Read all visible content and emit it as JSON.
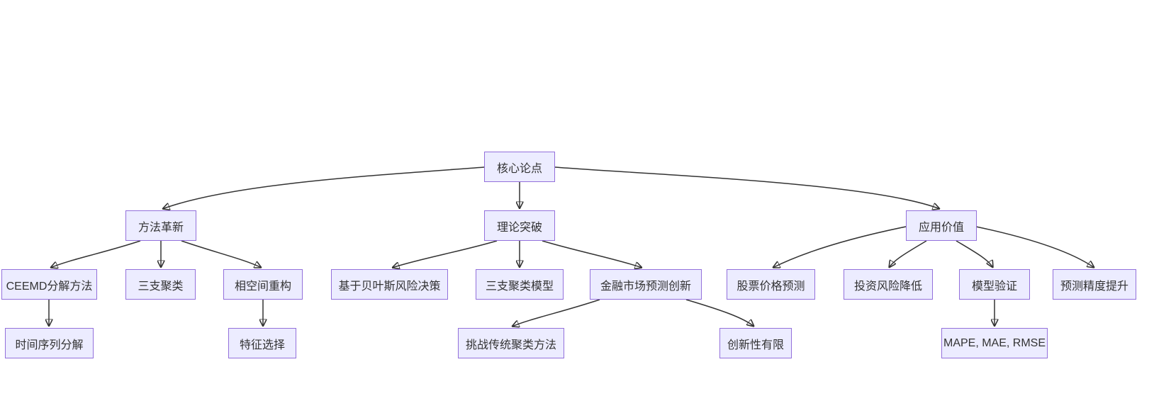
{
  "diagram": {
    "type": "flowchart-tree",
    "background_color": "#ffffff",
    "node_fill_color": "#ECECFF",
    "node_border_color": "#9370DB",
    "edge_color": "#333333",
    "text_color": "#333333",
    "nodes": {
      "core": {
        "label": "核心论点"
      },
      "method": {
        "label": "方法革新"
      },
      "theory": {
        "label": "理论突破"
      },
      "application": {
        "label": "应用价值"
      },
      "ceemd": {
        "label": "CEEMD分解方法"
      },
      "threeway": {
        "label": "三支聚类"
      },
      "phase": {
        "label": "相空间重构"
      },
      "bayes": {
        "label": "基于贝叶斯风险决策"
      },
      "twcmodel": {
        "label": "三支聚类模型"
      },
      "finance": {
        "label": "金融市场预测创新"
      },
      "stock": {
        "label": "股票价格预测"
      },
      "risk": {
        "label": "投资风险降低"
      },
      "validation": {
        "label": "模型验证"
      },
      "precision": {
        "label": "预测精度提升"
      },
      "timeseries": {
        "label": "时间序列分解"
      },
      "feature": {
        "label": "特征选择"
      },
      "challenge": {
        "label": "挑战传统聚类方法"
      },
      "limited": {
        "label": "创新性有限"
      },
      "metrics": {
        "label": "MAPE, MAE, RMSE"
      }
    },
    "edges": [
      {
        "from": "core",
        "to": "method"
      },
      {
        "from": "core",
        "to": "theory"
      },
      {
        "from": "core",
        "to": "application"
      },
      {
        "from": "method",
        "to": "ceemd"
      },
      {
        "from": "method",
        "to": "threeway"
      },
      {
        "from": "method",
        "to": "phase"
      },
      {
        "from": "ceemd",
        "to": "timeseries"
      },
      {
        "from": "phase",
        "to": "feature"
      },
      {
        "from": "theory",
        "to": "bayes"
      },
      {
        "from": "theory",
        "to": "twcmodel"
      },
      {
        "from": "theory",
        "to": "finance"
      },
      {
        "from": "finance",
        "to": "challenge"
      },
      {
        "from": "finance",
        "to": "limited"
      },
      {
        "from": "application",
        "to": "stock"
      },
      {
        "from": "application",
        "to": "risk"
      },
      {
        "from": "application",
        "to": "validation"
      },
      {
        "from": "application",
        "to": "precision"
      },
      {
        "from": "validation",
        "to": "metrics"
      }
    ]
  }
}
